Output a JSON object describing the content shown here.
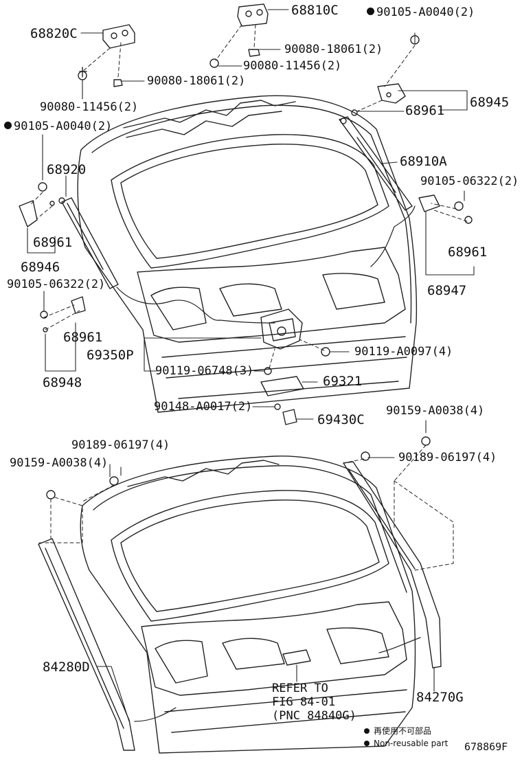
{
  "callouts": {
    "c68820C": "68820C",
    "c68810C": "68810C",
    "c90105_A0040_top": "90105-A0040(2)",
    "c90080_18061_top": "90080-18061(2)",
    "c90080_11456_top": "90080-11456(2)",
    "c90080_18061_left": "90080-18061(2)",
    "c90080_11456_left": "90080-11456(2)",
    "c68945": "68945",
    "c68961_topright": "68961",
    "c90105_A0040_left": "90105-A0040(2)",
    "c68910A": "68910A",
    "c68920": "68920",
    "c90105_06322_right": "90105-06322(2)",
    "c68961_left": "68961",
    "c68961_right": "68961",
    "c68946": "68946",
    "c90105_06322_left": "90105-06322(2)",
    "c68947": "68947",
    "c68961_lowleft": "68961",
    "c69350P": "69350P",
    "c90119_A0097": "90119-A0097(4)",
    "c90119_06748": "90119-06748(3)",
    "c68948": "68948",
    "c69321": "69321",
    "c90148_A0017": "90148-A0017(2)",
    "c69430C": "69430C",
    "c90159_A0038_right": "90159-A0038(4)",
    "c90189_06197_left": "90189-06197(4)",
    "c90159_A0038_left": "90159-A0038(4)",
    "c90189_06197_right": "90189-06197(4)",
    "c84280D": "84280D",
    "c84270G": "84270G"
  },
  "reference_note": {
    "line1": "REFER TO",
    "line2": "FIG 84-01",
    "line3": "(PNC 84840G)"
  },
  "legend": {
    "jp": "再使用不可部品",
    "en": "Non-reusable part"
  },
  "figure_id": "678869F"
}
